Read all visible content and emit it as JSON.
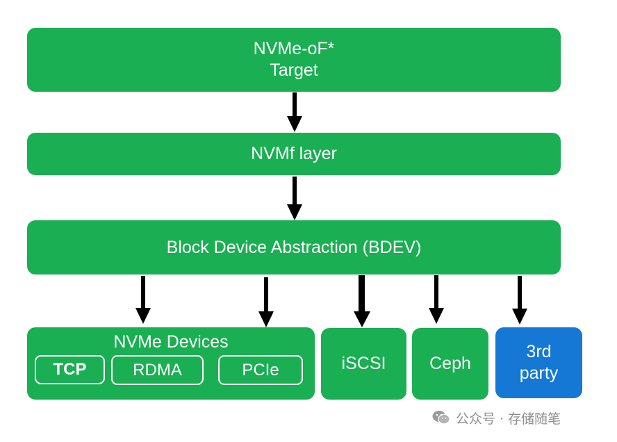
{
  "diagram": {
    "target_box": {
      "line1": "NVMe-oF*",
      "line2": "Target"
    },
    "nvmf_layer": "NVMf layer",
    "bdev": "Block Device Abstraction (BDEV)",
    "nvme_devices": {
      "title": "NVMe Devices",
      "transports": [
        "TCP",
        "RDMA",
        "PCIe"
      ]
    },
    "iscsi": "iSCSI",
    "ceph": "Ceph",
    "third_party": {
      "line1": "3rd",
      "line2": "party"
    }
  },
  "colors": {
    "green": "#1aaf52",
    "blue": "#1478d4",
    "arrow": "#000000"
  },
  "watermark": {
    "text": "公众号 · 存储随笔",
    "icon": "wechat-icon"
  }
}
